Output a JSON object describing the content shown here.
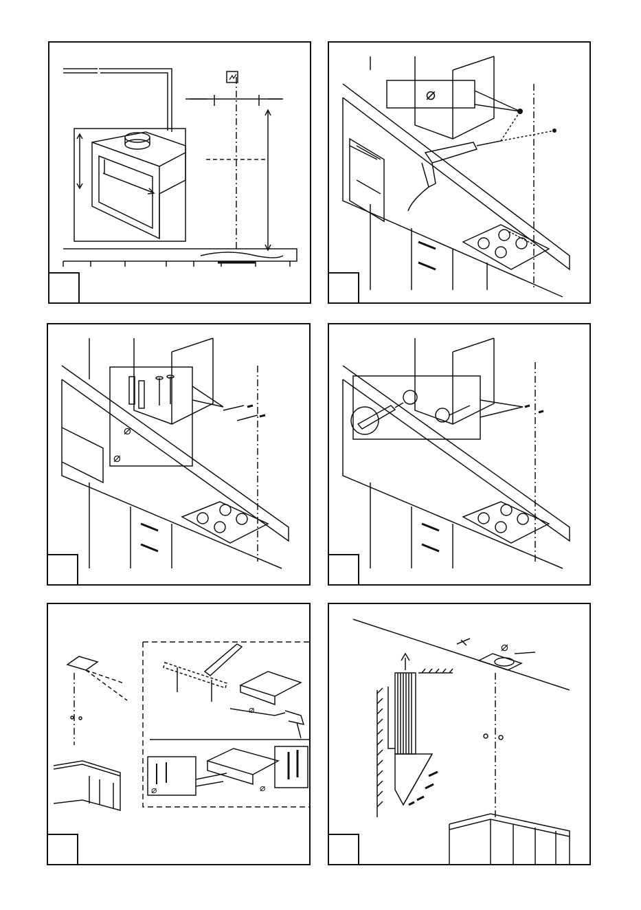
{
  "panels": [
    {
      "id": 1,
      "step_label": "",
      "symbol": ""
    },
    {
      "id": 2,
      "step_label": "",
      "symbol": "⌀"
    },
    {
      "id": 3,
      "step_label": "",
      "symbols": [
        "⌀",
        "⌀"
      ]
    },
    {
      "id": 4,
      "step_label": "",
      "symbol": ""
    },
    {
      "id": 5,
      "step_label": "",
      "symbols": [
        "⌀",
        "⌀",
        "⌀"
      ]
    },
    {
      "id": 6,
      "step_label": "",
      "symbol": "⌀"
    }
  ],
  "colors": {
    "line": "#111111",
    "background": "#ffffff"
  },
  "icons": [
    "electrical-outlet-icon",
    "drill-icon",
    "screwdriver-icon",
    "wall-plug-icon",
    "screw-icon",
    "airflow-arrow-icon"
  ]
}
